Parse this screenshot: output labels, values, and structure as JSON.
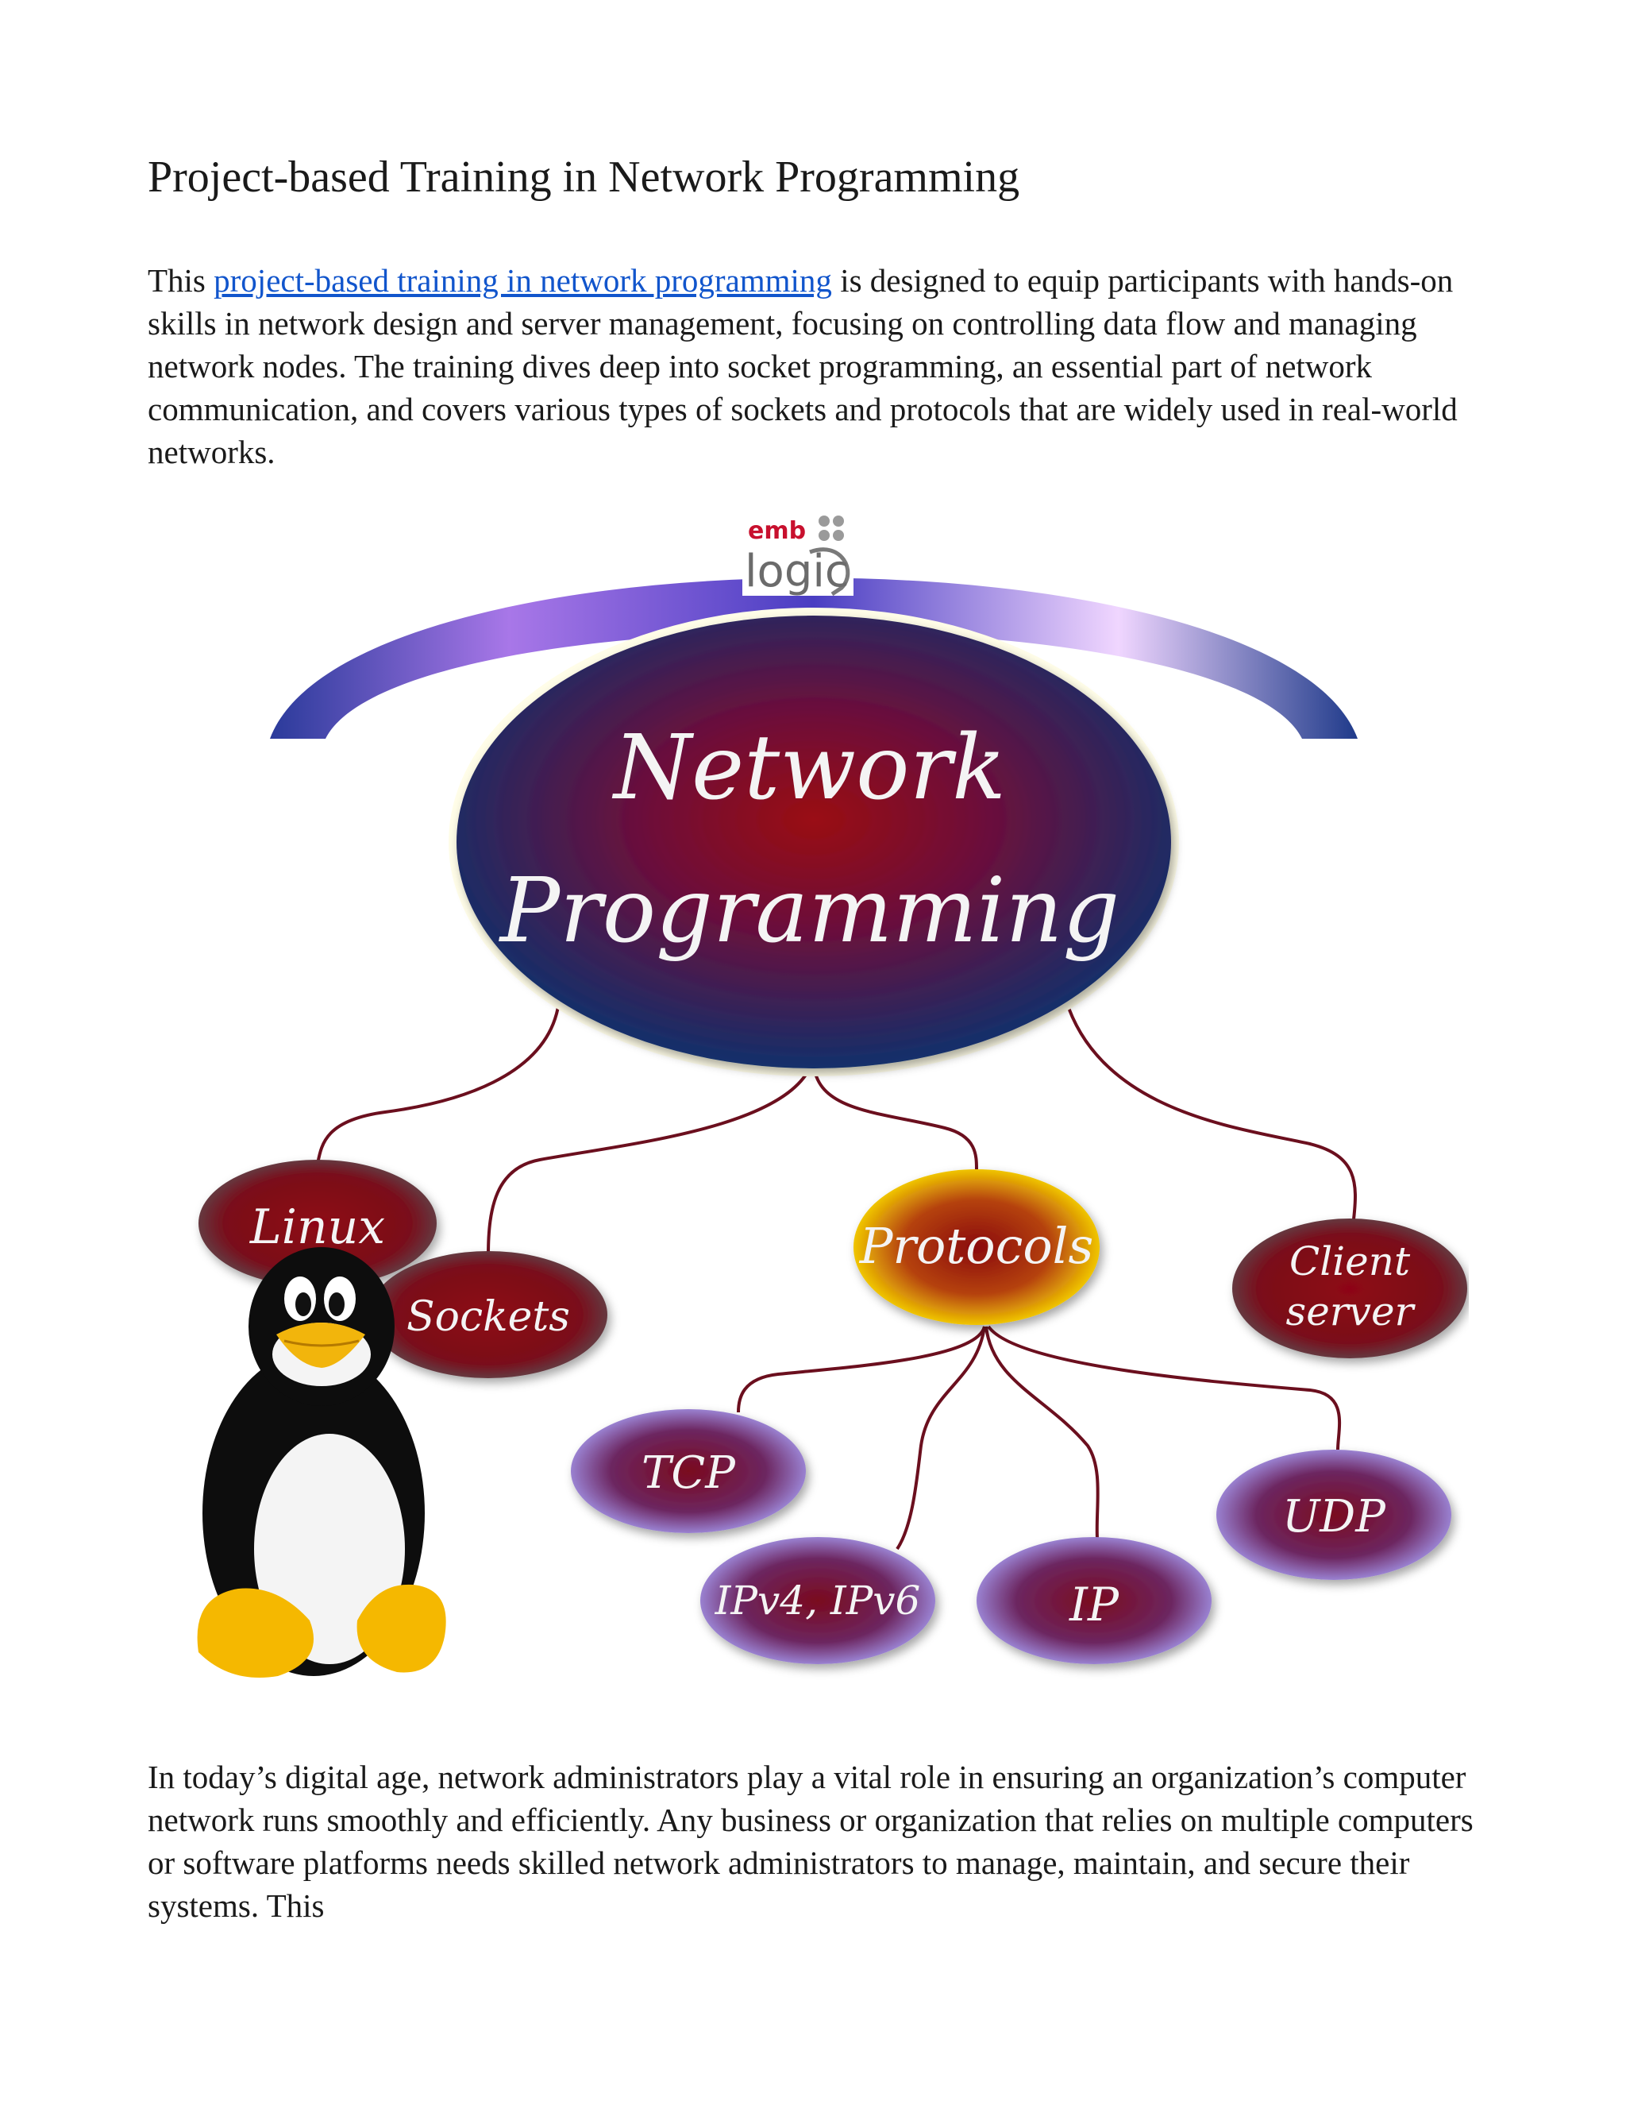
{
  "document": {
    "title": "Project-based Training in Network Programming",
    "intro": {
      "before_link": "This ",
      "link_text": "project-based training in network programming",
      "after_link": " is designed to equip participants with hands-on skills in network design and server management, focusing on controlling data flow and managing network nodes. The training dives deep into socket programming, an essential part of network communication, and covers various types of sockets and protocols that are widely used in real-world networks."
    },
    "closing": "In today’s digital age, network administrators play a vital role in ensuring an organization’s computer network runs smoothly and efficiently. Any business or organization that relies on multiple computers or software platforms needs skilled network administrators to manage, maintain, and secure their systems. This"
  },
  "diagram": {
    "logo": {
      "line1": "emb",
      "line2": "logic"
    },
    "center": {
      "line1": "Network",
      "line2": "Programming"
    },
    "nodes": {
      "linux": "Linux",
      "sockets": "Sockets",
      "protocols": "Protocols",
      "client_line1": "Client",
      "client_line2": "server",
      "tcp": "TCP",
      "ipv": "IPv4, IPv6",
      "ip": "IP",
      "udp": "UDP"
    },
    "colors": {
      "center": "#12306b",
      "red_node": "#8a0a18",
      "purple_node": "#8f86e6",
      "yellow_node": "#f2d600",
      "connector": "#6b0f1e",
      "arc": "#5a4bc7"
    }
  }
}
